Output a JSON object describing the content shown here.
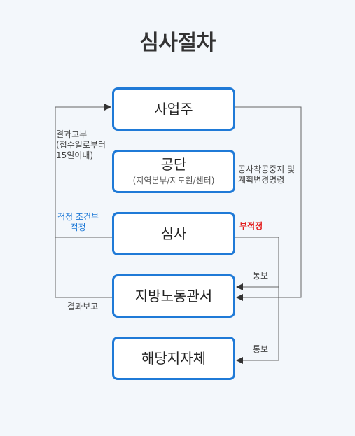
{
  "title": "심사절차",
  "nodes": {
    "employer": {
      "label": "사업주"
    },
    "agency": {
      "label": "공단",
      "sub": "(지역본부/지도원/센터)"
    },
    "review": {
      "label": "심사"
    },
    "labor_office": {
      "label": "지방노동관서"
    },
    "local_gov": {
      "label": "해당지자체"
    }
  },
  "annotations": {
    "result_delivery": "결과교부\n(접수일로부터\n15일이내)",
    "conditional_label": "적정 조건부\n적정",
    "result_report": "결과보고",
    "stop_work": "공사착공중지 및\n계획변경명령",
    "inappropriate": "부적정",
    "notify_1": "통보",
    "notify_2": "통보"
  },
  "colors": {
    "accent": "#1f7ad7",
    "alert": "#e31a1a",
    "background": "#f3f7fb",
    "line": "#666666"
  }
}
